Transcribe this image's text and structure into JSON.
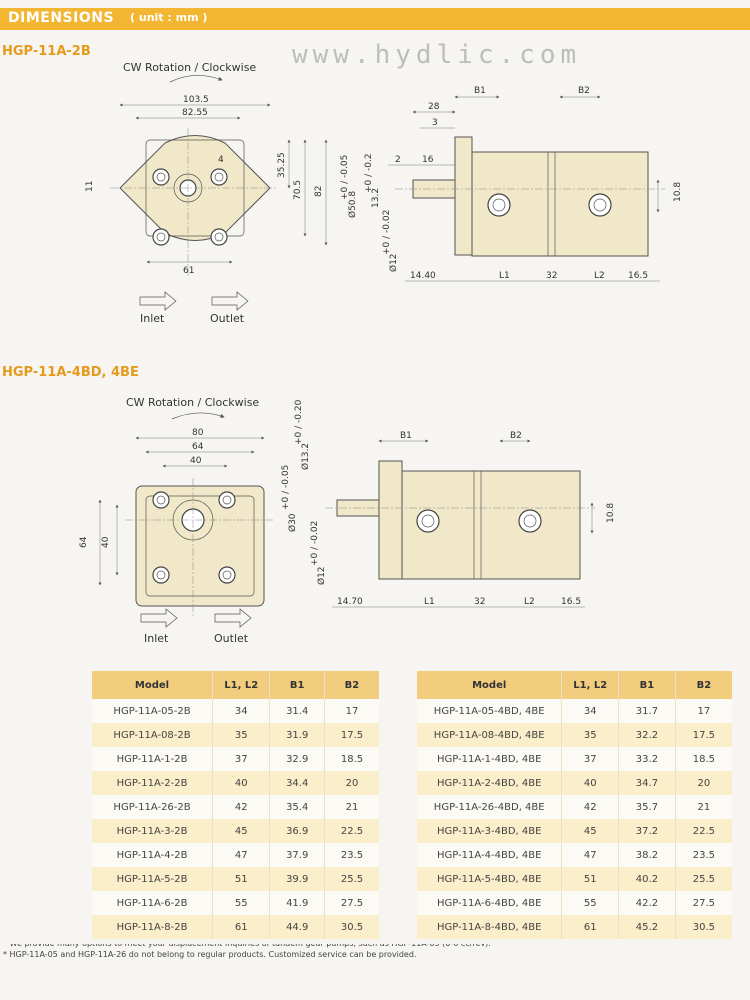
{
  "header": {
    "title": "DIMENSIONS",
    "unit": "( unit : mm )"
  },
  "watermark": "www.hydlic.com",
  "sections": [
    {
      "title": "HGP-11A-2B",
      "rotation_label": "CW Rotation / Clockwise",
      "inlet_label": "Inlet",
      "outlet_label": "Outlet",
      "front_dims": {
        "w1": "103.5",
        "w2": "82.55",
        "w3": "61",
        "h1": "35.25",
        "h2": "70.5",
        "h3": "82",
        "small": "4",
        "left": "11"
      },
      "side_dims": {
        "d28": "28",
        "d3": "3",
        "d2": "2",
        "d16": "16",
        "shaft": "Ø50.8",
        "shaft_tol": "+0 / -0.05",
        "key": "13.2",
        "key_tol": "+0 / -0.2",
        "bore": "Ø12",
        "bore_tol": "+0 / -0.02",
        "left": "14.40",
        "l1": "L1",
        "mid": "32",
        "l2": "L2",
        "right": "16.5",
        "b1": "B1",
        "b2": "B2",
        "port": "10.8"
      }
    },
    {
      "title": "HGP-11A-4BD, 4BE",
      "rotation_label": "CW Rotation / Clockwise",
      "inlet_label": "Inlet",
      "outlet_label": "Outlet",
      "front_dims": {
        "w1": "80",
        "w2": "64",
        "w3": "40",
        "h1": "64",
        "h2": "40"
      },
      "side_dims": {
        "key": "Ø13.2",
        "key_tol": "+0 / -0.20",
        "shaft": "Ø30",
        "shaft_tol": "+0 / -0.05",
        "bore": "Ø12",
        "bore_tol": "+0 / -0.02",
        "left": "14.70",
        "l1": "L1",
        "mid": "32",
        "l2": "L2",
        "right": "16.5",
        "b1": "B1",
        "b2": "B2",
        "port": "10.8"
      }
    }
  ],
  "tables": [
    {
      "columns": [
        "Model",
        "L1, L2",
        "B1",
        "B2"
      ],
      "rows": [
        [
          "HGP-11A-05-2B",
          "34",
          "31.4",
          "17"
        ],
        [
          "HGP-11A-08-2B",
          "35",
          "31.9",
          "17.5"
        ],
        [
          "HGP-11A-1-2B",
          "37",
          "32.9",
          "18.5"
        ],
        [
          "HGP-11A-2-2B",
          "40",
          "34.4",
          "20"
        ],
        [
          "HGP-11A-26-2B",
          "42",
          "35.4",
          "21"
        ],
        [
          "HGP-11A-3-2B",
          "45",
          "36.9",
          "22.5"
        ],
        [
          "HGP-11A-4-2B",
          "47",
          "37.9",
          "23.5"
        ],
        [
          "HGP-11A-5-2B",
          "51",
          "39.9",
          "25.5"
        ],
        [
          "HGP-11A-6-2B",
          "55",
          "41.9",
          "27.5"
        ],
        [
          "HGP-11A-8-2B",
          "61",
          "44.9",
          "30.5"
        ]
      ]
    },
    {
      "columns": [
        "Model",
        "L1, L2",
        "B1",
        "B2"
      ],
      "rows": [
        [
          "HGP-11A-05-4BD, 4BE",
          "34",
          "31.7",
          "17"
        ],
        [
          "HGP-11A-08-4BD, 4BE",
          "35",
          "32.2",
          "17.5"
        ],
        [
          "HGP-11A-1-4BD, 4BE",
          "37",
          "33.2",
          "18.5"
        ],
        [
          "HGP-11A-2-4BD, 4BE",
          "40",
          "34.7",
          "20"
        ],
        [
          "HGP-11A-26-4BD, 4BE",
          "42",
          "35.7",
          "21"
        ],
        [
          "HGP-11A-3-4BD, 4BE",
          "45",
          "37.2",
          "22.5"
        ],
        [
          "HGP-11A-4-4BD, 4BE",
          "47",
          "38.2",
          "23.5"
        ],
        [
          "HGP-11A-5-4BD, 4BE",
          "51",
          "40.2",
          "25.5"
        ],
        [
          "HGP-11A-6-4BD, 4BE",
          "55",
          "42.2",
          "27.5"
        ],
        [
          "HGP-11A-8-4BD, 4BE",
          "61",
          "45.2",
          "30.5"
        ]
      ]
    }
  ],
  "footnotes": [
    "* We provide many options to meet your displacement inquiries of tandem gear pumps, such as HGP-11A-05 (0-6 cc/rev).",
    "* HGP-11A-05 and HGP-11A-26 do not belong to regular products. Customized service can be provided."
  ]
}
